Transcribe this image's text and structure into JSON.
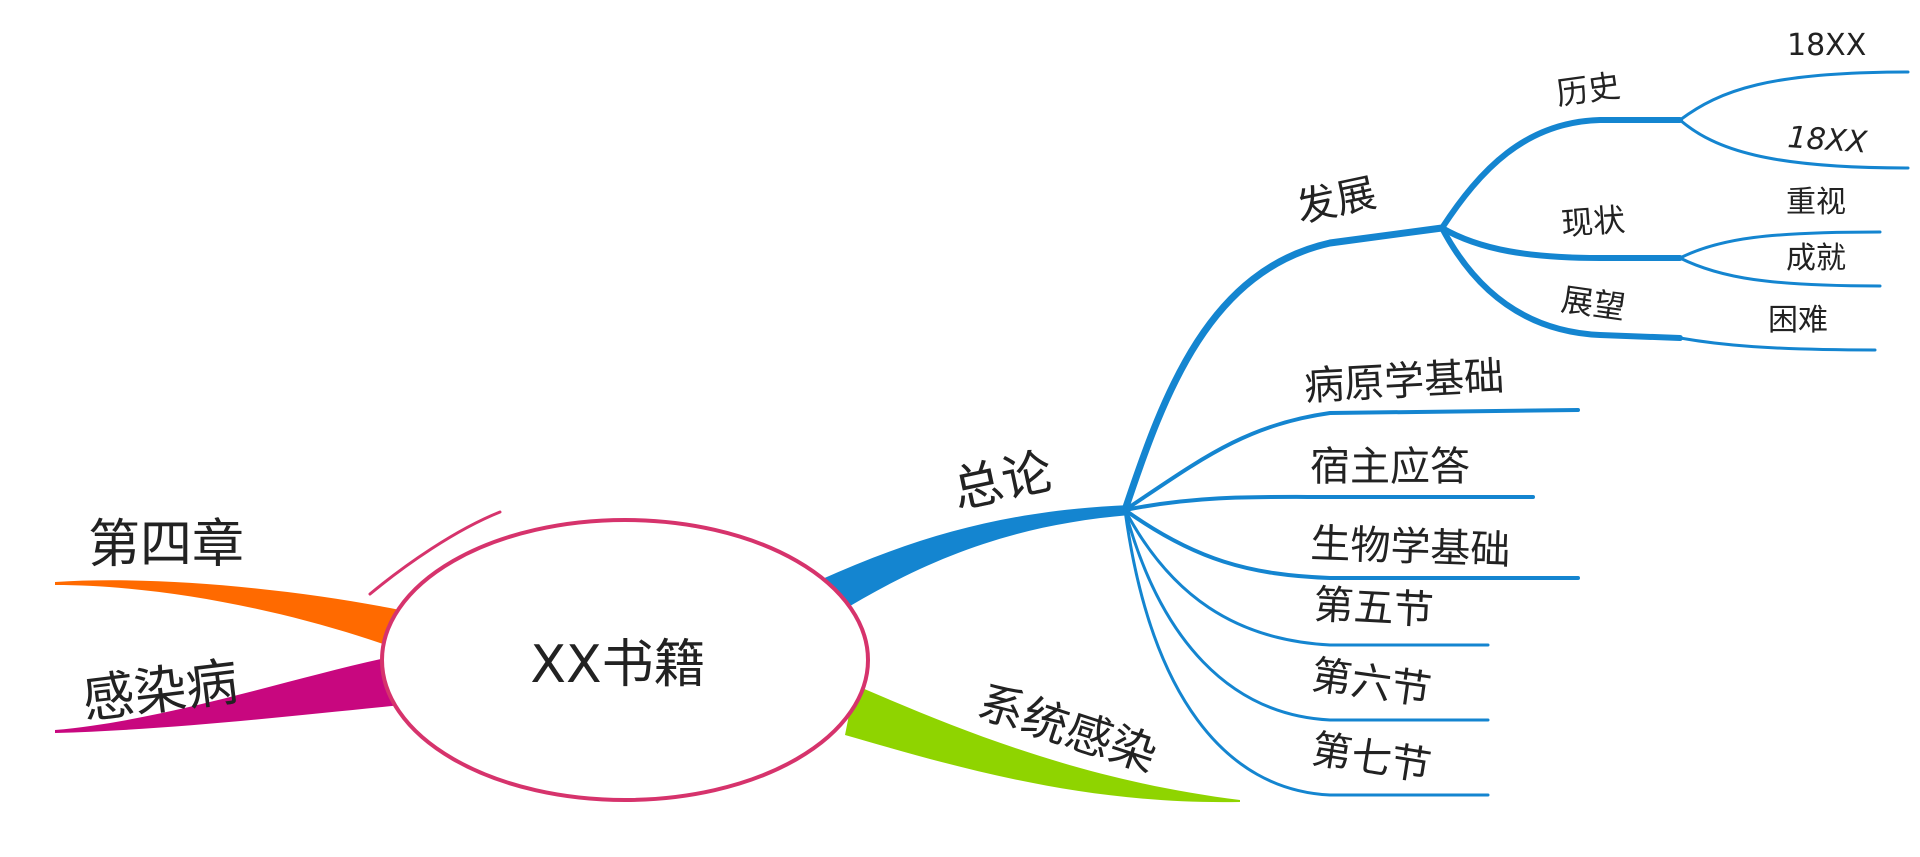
{
  "central_topic": "XX书籍",
  "colors": {
    "central_outline": "#d6336c",
    "blue_branch": "#1485d0",
    "orange_branch": "#ff6a00",
    "magenta_branch": "#c8077f",
    "green_branch": "#8fd400",
    "text": "#222222"
  },
  "branches": {
    "general": {
      "label": "总论",
      "children": {
        "development": {
          "label": "发展",
          "history": {
            "label": "历史",
            "items": [
              "18XX",
              "18XX"
            ]
          },
          "status": {
            "label": "现状",
            "items": [
              "重视",
              "成就"
            ]
          },
          "outlook": {
            "label": "展望",
            "items": [
              "困难"
            ]
          }
        },
        "pathogen_basics": "病原学基础",
        "host_response": "宿主应答",
        "biology_basics": "生物学基础",
        "section5": "第五节",
        "section6": "第六节",
        "section7": "第七节"
      }
    },
    "systemic_infection": {
      "label": "系统感染"
    },
    "chapter4": {
      "label": "第四章"
    },
    "infectious_disease": {
      "label": "感染病"
    }
  }
}
